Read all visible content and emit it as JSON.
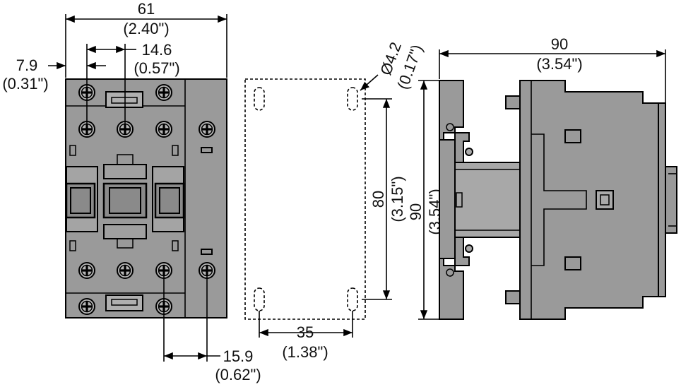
{
  "front_view": {
    "width_mm": "61",
    "width_in": "(2.40\")",
    "left_offset_mm": "7.9",
    "left_offset_in": "(0.31\")",
    "terminal_pitch_mm": "14.6",
    "terminal_pitch_in": "(0.57\")",
    "aux_pitch_mm": "15.9",
    "aux_pitch_in": "(0.62\")"
  },
  "mounting_view": {
    "hole_diameter": "Ø4.2",
    "hole_diameter_in": "(0.17\")",
    "hole_spacing_v_mm": "80",
    "hole_spacing_v_in": "(3.15\")",
    "height_mm": "90",
    "height_in": "(3.54\")",
    "hole_spacing_h_mm": "35",
    "hole_spacing_h_in": "(1.38\")"
  },
  "side_view": {
    "depth_mm": "90",
    "depth_in": "(3.54\")"
  }
}
